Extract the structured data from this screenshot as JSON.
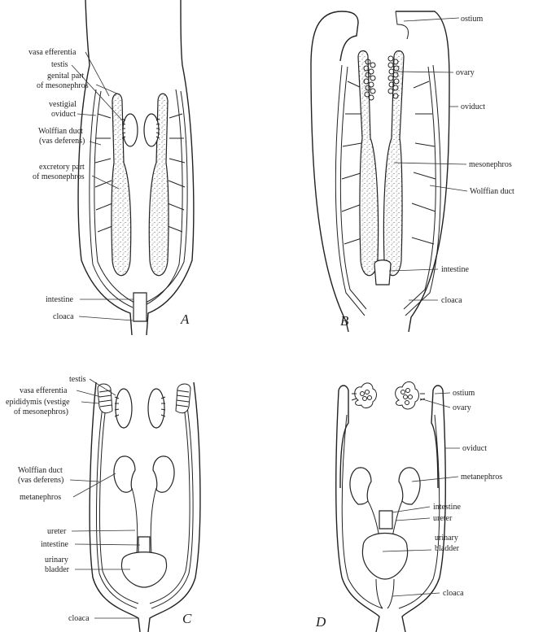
{
  "panels": {
    "A": {
      "letter": "A",
      "labels": {
        "vasa_efferentia": "vasa efferentia",
        "testis": "testis",
        "genital_part_1": "genital part",
        "genital_part_2": "of mesonephros",
        "vestigial_1": "vestigial",
        "vestigial_2": "oviduct",
        "wolffian_1": "Wolffian duct",
        "wolffian_2": "(vas deferens)",
        "excretory_1": "excretory part",
        "excretory_2": "of mesonephros",
        "intestine": "intestine",
        "cloaca": "cloaca"
      }
    },
    "B": {
      "letter": "B",
      "labels": {
        "ostium": "ostium",
        "ovary": "ovary",
        "oviduct": "oviduct",
        "mesonephros": "mesonephros",
        "wolffian": "Wolffian duct",
        "intestine": "intestine",
        "cloaca": "cloaca"
      }
    },
    "C": {
      "letter": "C",
      "labels": {
        "testis": "testis",
        "vasa_efferentia": "vasa efferentia",
        "epididymis_1": "epididymis (vestige",
        "epididymis_2": "of mesonephros)",
        "wolffian_1": "Wolffian duct",
        "wolffian_2": "(vas deferens)",
        "metanephros": "metanephros",
        "ureter": "ureter",
        "intestine": "intestine",
        "urinary_1": "urinary",
        "urinary_2": "bladder",
        "cloaca": "cloaca"
      }
    },
    "D": {
      "letter": "D",
      "labels": {
        "ostium": "ostium",
        "ovary": "ovary",
        "oviduct": "oviduct",
        "metanephros": "metanephros",
        "intestine": "intestine",
        "ureter": "ureter",
        "urinary_1": "urinary",
        "urinary_2": "bladder",
        "cloaca": "cloaca"
      }
    }
  }
}
